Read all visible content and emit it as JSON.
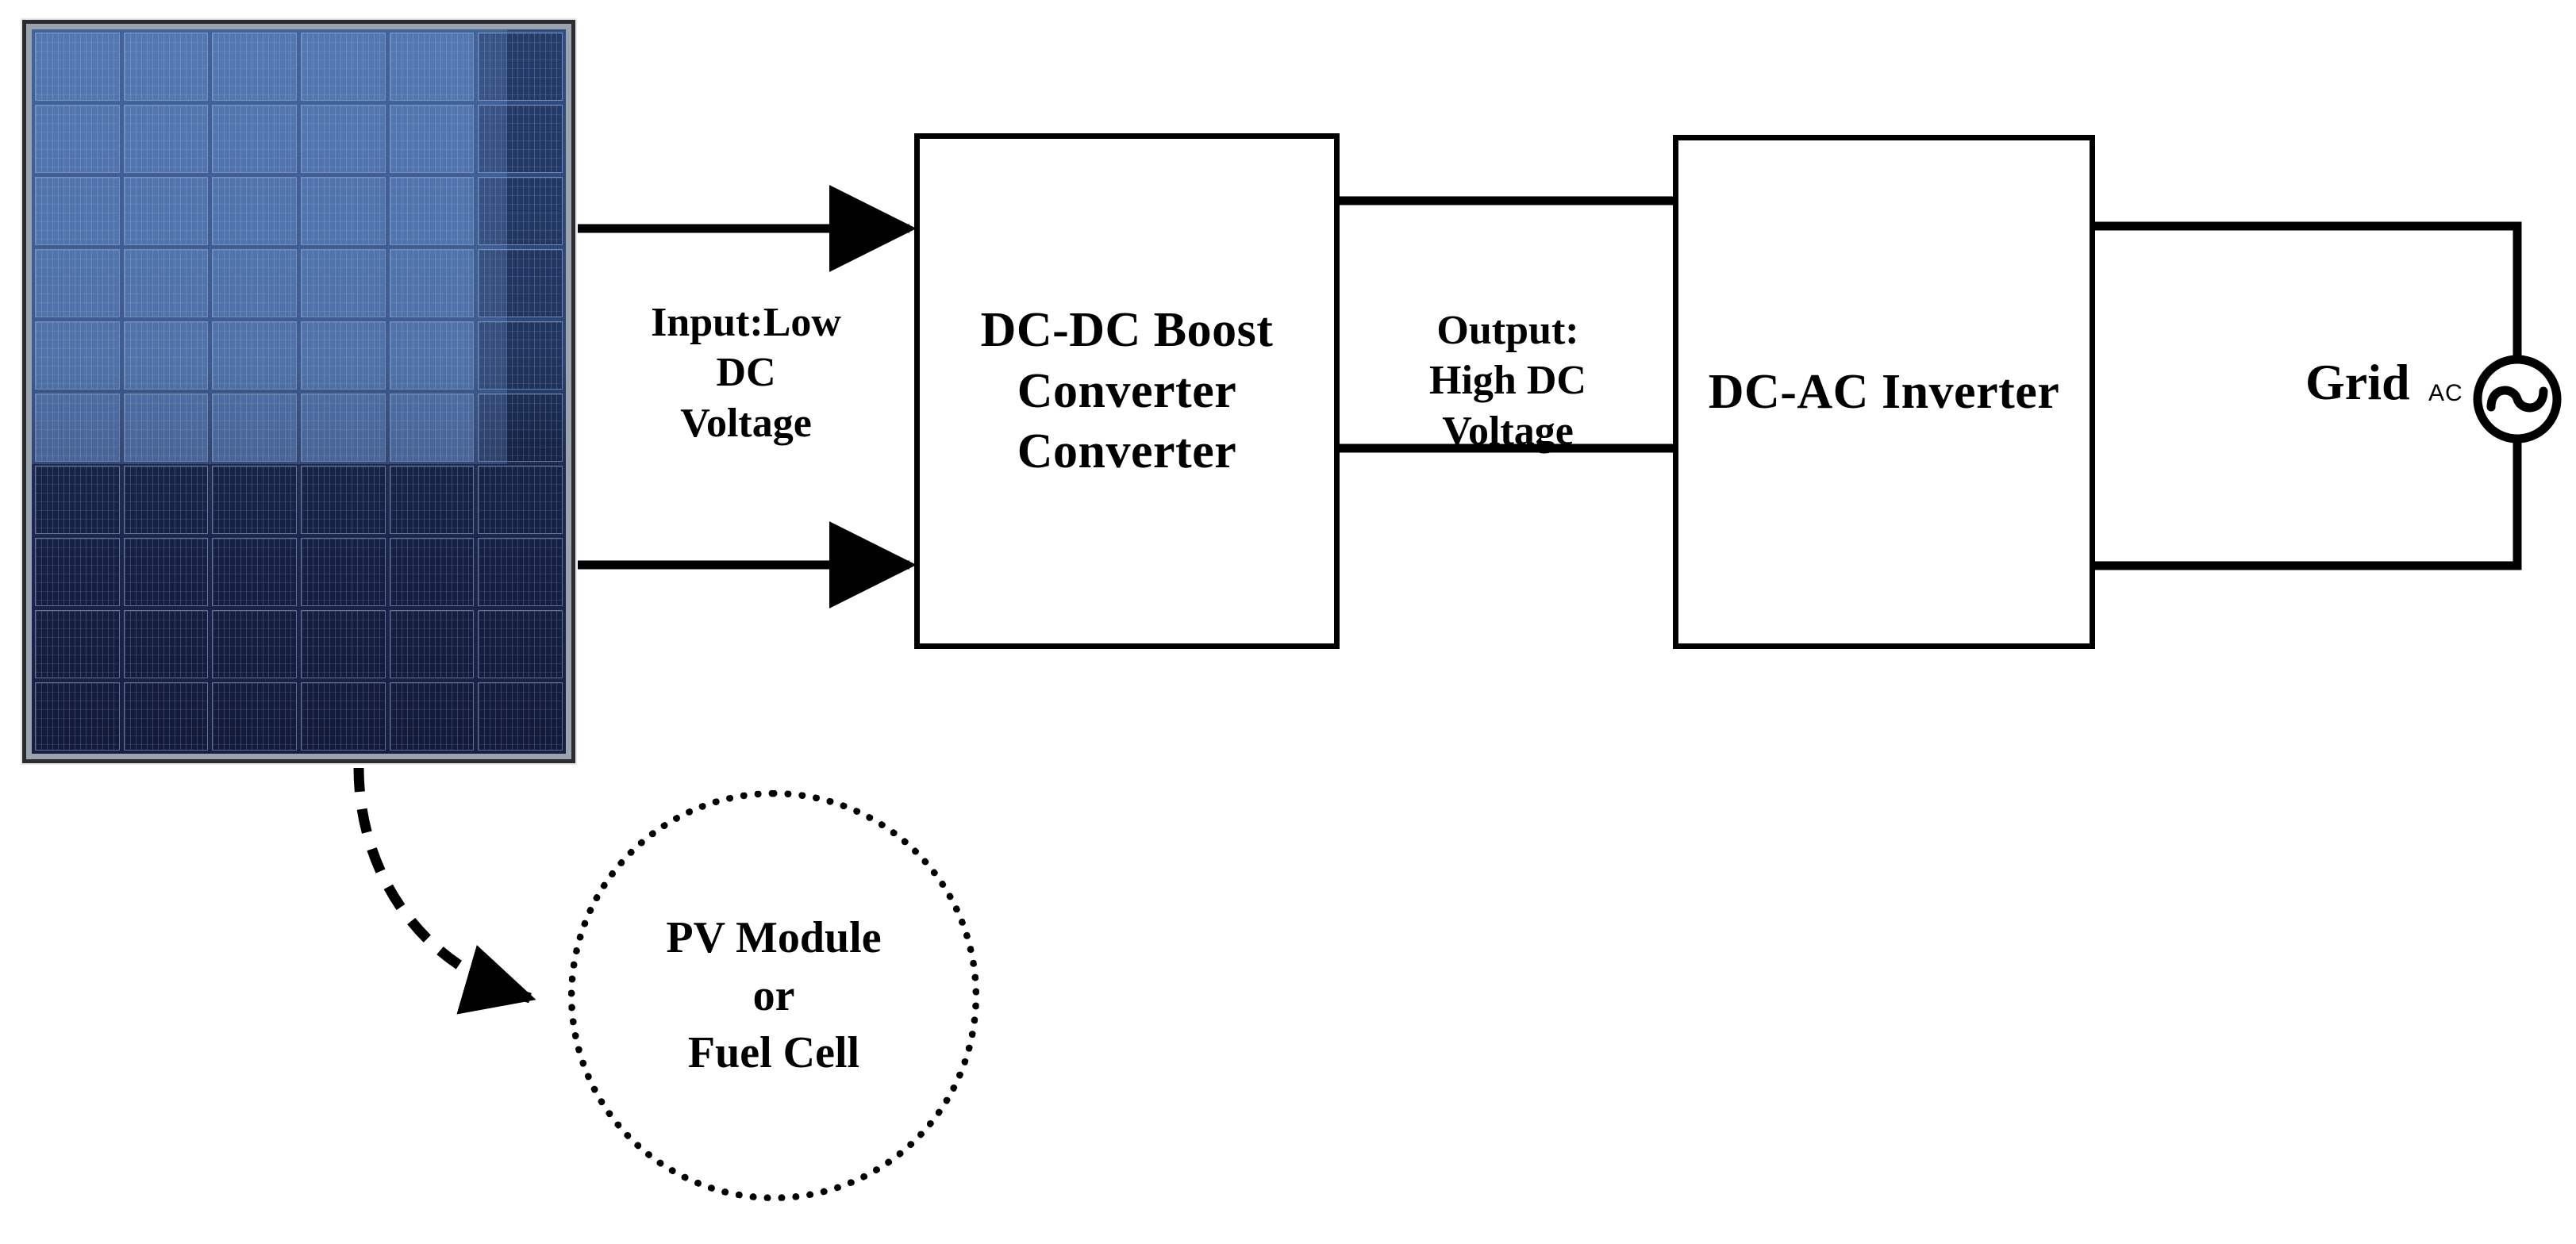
{
  "diagram": {
    "title": "Grid-connected PV power conversion chain",
    "source_label": {
      "name": "solar-panel-photo",
      "description": "Photovoltaic module photograph",
      "cell_columns": 6,
      "cell_rows": 10,
      "colors": {
        "cell_light": "#2f4f86",
        "cell_dark": "#161f44",
        "frame": "#2b2b30"
      }
    },
    "blocks": [
      {
        "id": "dc-dc-boost",
        "text": "DC-DC\nBoost\nConverter\nConverter",
        "lines": [
          "DC-DC",
          "Boost",
          "Converter",
          "Converter"
        ]
      },
      {
        "id": "dc-ac-inverter",
        "text": "DC-AC\nInverter",
        "lines": [
          "DC-AC",
          "Inverter"
        ]
      }
    ],
    "labels": {
      "input": "Input:Low\nDC\nVoltage",
      "output": "Output:\nHigh DC\nVoltage",
      "grid": "Grid",
      "ac": "AC"
    },
    "source_bubble": {
      "text": "PV Module\nor\nFuel Cell",
      "lines": [
        "PV Module",
        "or",
        "Fuel Cell"
      ],
      "border_style": "dotted"
    },
    "connections": [
      {
        "name": "panel-to-boost-top",
        "style": "solid",
        "arrowhead": true
      },
      {
        "name": "panel-to-boost-bottom",
        "style": "solid",
        "arrowhead": true
      },
      {
        "name": "boost-to-inverter-top",
        "style": "solid",
        "arrowhead": false
      },
      {
        "name": "boost-to-inverter-bottom",
        "style": "solid",
        "arrowhead": false
      },
      {
        "name": "inverter-to-grid-top",
        "style": "solid",
        "arrowhead": false
      },
      {
        "name": "inverter-to-grid-bottom",
        "style": "solid",
        "arrowhead": false
      },
      {
        "name": "panel-to-source-bubble",
        "style": "dashed",
        "arrowhead": true
      }
    ],
    "symbols": [
      {
        "name": "ac-source-symbol",
        "shape": "circle-with-sine-wave"
      }
    ],
    "colors": {
      "stroke": "#000000",
      "background": "#ffffff"
    }
  }
}
